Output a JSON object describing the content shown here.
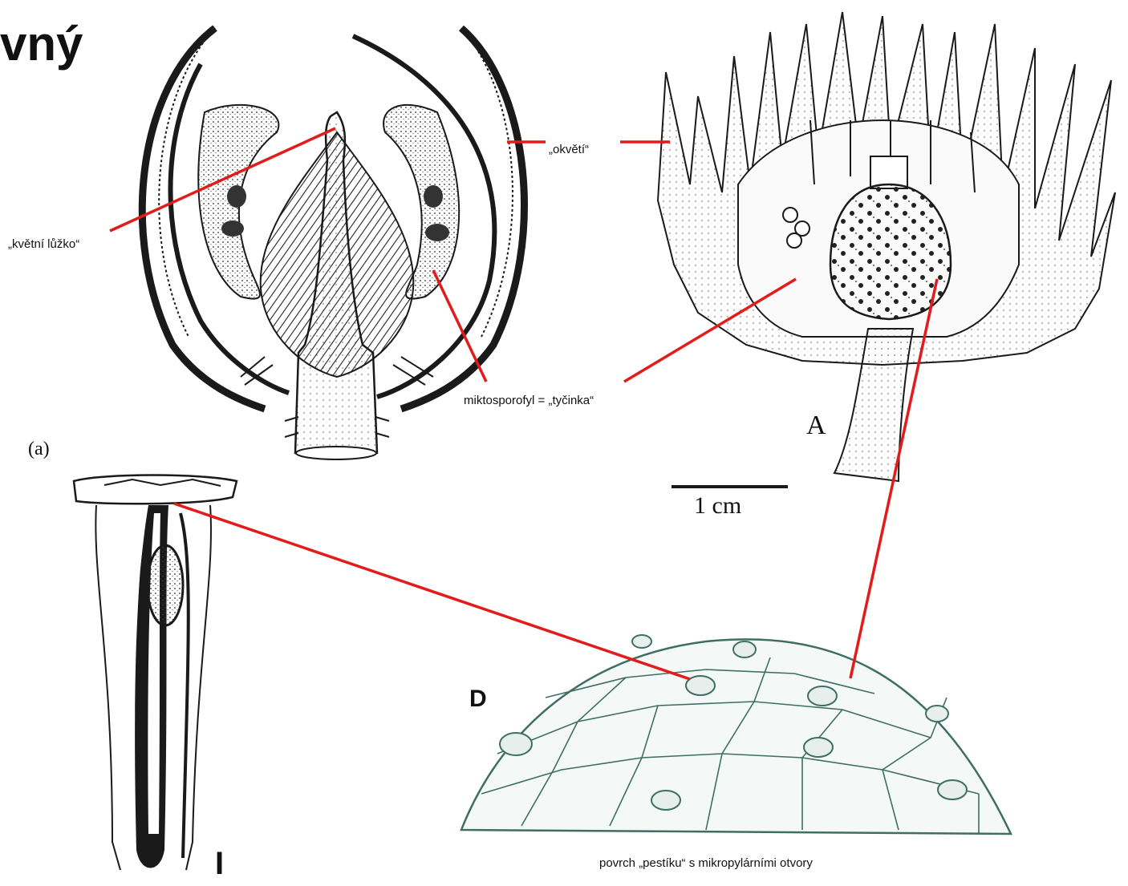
{
  "title_fragment": "vný",
  "labels": {
    "receptacle": "„květní lůžko“",
    "perianth": "„okvětí“",
    "microsporophyll": "miktosporofyl = „tyčinka“",
    "pistil_surface": "povrch „pestíku“ s mikropylárními otvory"
  },
  "figure_letters": {
    "a": "(a)",
    "A": "A",
    "D": "D",
    "I": "I"
  },
  "scale_bar": {
    "label": "1 cm"
  },
  "colors": {
    "annotation_line": "#e21b1b",
    "ink": "#1a1a1a",
    "surface_ink": "#3f6e63"
  }
}
